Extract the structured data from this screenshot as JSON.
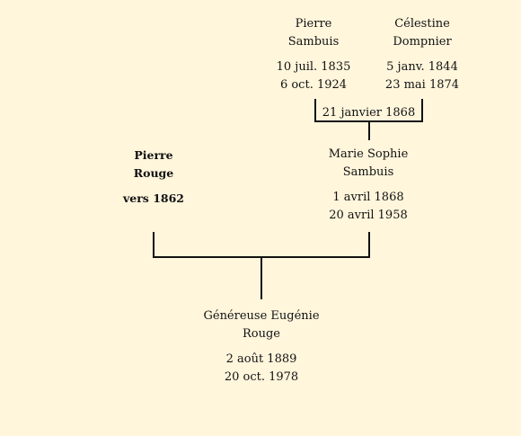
{
  "father_of_mother": {
    "name_line1": "Pierre",
    "name_line2": "Sambuis",
    "birth": "10 juil. 1835",
    "death": "6 oct. 1924"
  },
  "mother_of_mother": {
    "name_line1": "Célestine",
    "name_line2": "Dompnier",
    "birth": "5 janv. 1844",
    "death": "23 mai 1874"
  },
  "grandparents_marriage": "21 janvier 1868",
  "father": {
    "name_line1": "Pierre",
    "name_line2": "Rouge",
    "birth": "vers 1862"
  },
  "mother": {
    "name_line1": "Marie Sophie",
    "name_line2": "Sambuis",
    "birth": "1 avril 1868",
    "death": "20 avril 1958"
  },
  "child": {
    "name_line1": "Généreuse Eugénie",
    "name_line2": "Rouge",
    "birth": "2 août 1889",
    "death": "20 oct. 1978"
  }
}
